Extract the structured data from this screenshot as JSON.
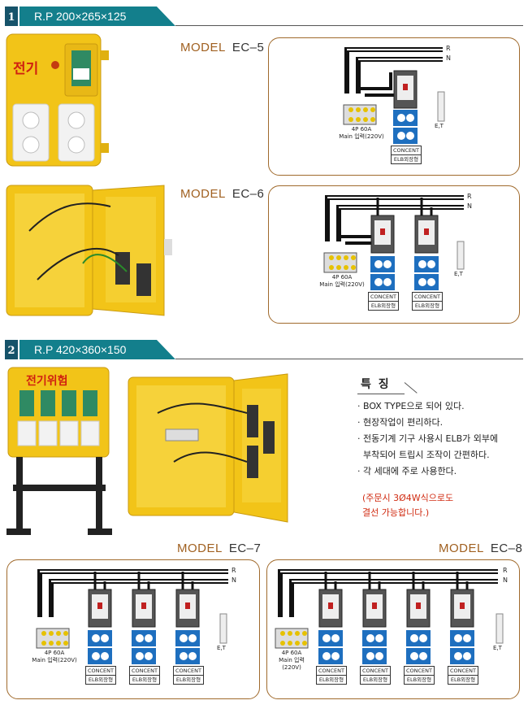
{
  "sections": [
    {
      "number": "1",
      "label": "R.P  200×265×125"
    },
    {
      "number": "2",
      "label": "R.P  420×360×150"
    }
  ],
  "models": [
    {
      "prefix": "MODEL",
      "name": "EC–5"
    },
    {
      "prefix": "MODEL",
      "name": "EC–6"
    },
    {
      "prefix": "MODEL",
      "name": "EC–7"
    },
    {
      "prefix": "MODEL",
      "name": "EC–8"
    }
  ],
  "diagram_labels": {
    "r": "R",
    "n": "N",
    "et": "E,T",
    "main": "4P 60A\nMain 입력(220V)",
    "main_ec8": "4P 60A\nMain 입력\n(220V)",
    "concent": "CONCENT",
    "elb": "ELB외장형"
  },
  "photo_labels": {
    "box1": "전기",
    "box2": "전기위험"
  },
  "features": {
    "title": "특 징",
    "items": [
      "· BOX TYPE으로 되어 있다.",
      "· 현장작업이 편리하다.",
      "· 전동기계 기구 사용시 ELB가 외부에",
      "  부착되어 트립시 조작이 간편하다.",
      "· 각 세대에 주로 사용한다."
    ],
    "note_line1": "(주문시 3Ø4W식으로도",
    "note_line2": "결선 가능합니다.)"
  },
  "colors": {
    "banner_num": "#16536a",
    "banner_label": "#137f8c",
    "panel_border": "#a06a2c",
    "box_yellow": "#f2c418",
    "note_red": "#d02a10"
  }
}
